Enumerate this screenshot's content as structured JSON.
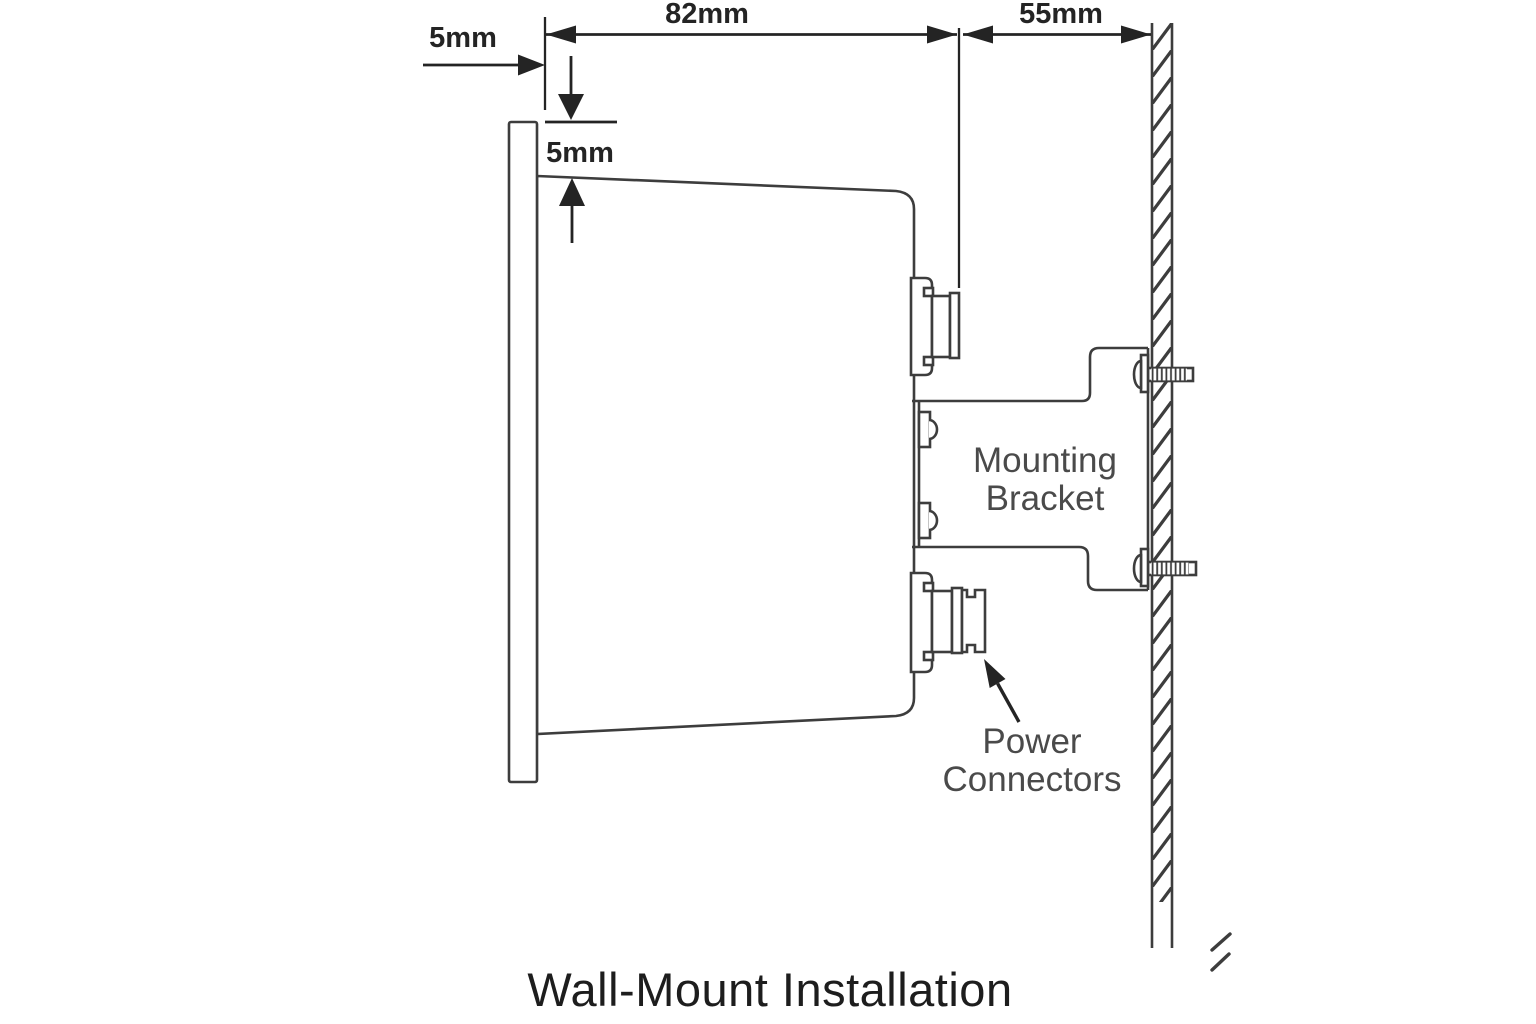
{
  "diagram": {
    "title": "Wall-Mount Installation",
    "dimensions": {
      "front_offset": "5mm",
      "device_depth": "82mm",
      "bracket_depth": "55mm",
      "bezel_lip": "5mm"
    },
    "labels": {
      "mounting_bracket": {
        "line1": "Mounting",
        "line2": "Bracket"
      },
      "power_connectors": {
        "line1": "Power",
        "line2": "Connectors"
      }
    },
    "colors": {
      "background": "#ffffff",
      "line": "#3d3d3d",
      "dimension": "#242424",
      "label": "#4a4a4a",
      "title": "#1d1d1d"
    }
  }
}
